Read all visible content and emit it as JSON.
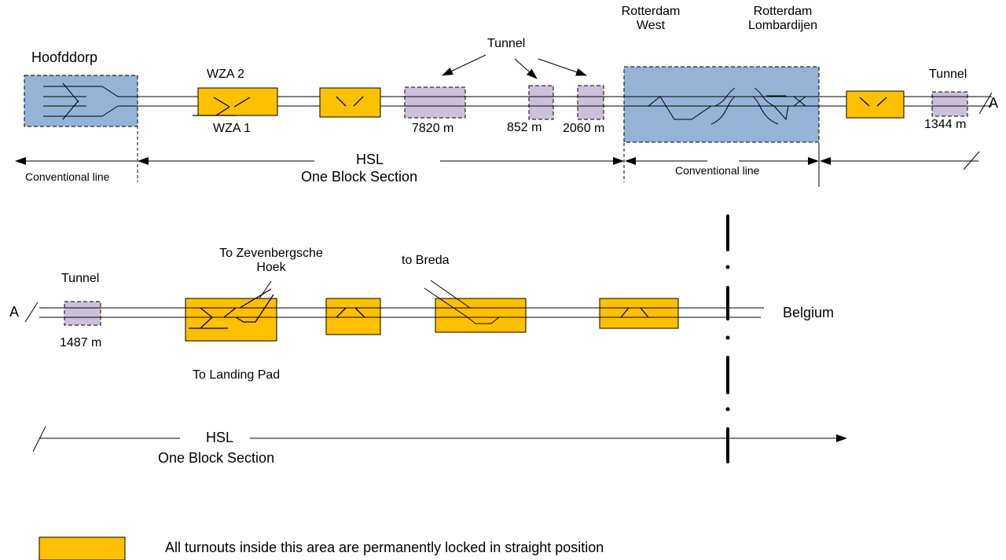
{
  "colors": {
    "station_fill": "#95b3d7",
    "locked_area_fill": "#ffc000",
    "tunnel_fill": "#ccc0da",
    "line": "#000000"
  },
  "labels": {
    "hoofddorp": "Hoofddorp",
    "wza2": "WZA 2",
    "wza1": "WZA 1",
    "tunnel_top": "Tunnel",
    "tunnel_right": "Tunnel",
    "t7820": "7820 m",
    "t852": "852 m",
    "t2060": "2060 m",
    "t1344": "1344 m",
    "rotterdam_west": "Rotterdam\nWest",
    "rotterdam_lombardijen": "Rotterdam\nLombardijen",
    "marker_a_top": "A",
    "conventional_line_left": "Conventional line",
    "hsl_top": "HSL",
    "one_block_section_top": "One Block Section",
    "conventional_line_right": "Conventional line",
    "marker_a_bottom": "A",
    "tunnel_bottom": "Tunnel",
    "t1487": "1487 m",
    "to_zevenbergsche_hoek": "To Zevenbergsche\nHoek",
    "to_breda": "to Breda",
    "belgium": "Belgium",
    "to_landing_pad": "To Landing Pad",
    "hsl_bottom": "HSL",
    "one_block_section_bottom": "One Block Section",
    "legend_text": "All turnouts inside this area are permanently locked in straight position"
  }
}
